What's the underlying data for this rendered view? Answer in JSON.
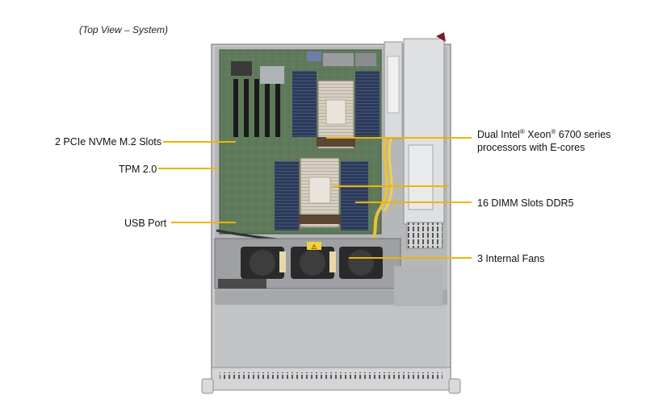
{
  "view_title": "(Top View – System)",
  "callouts": {
    "pcie_nvme": "2 PCIe NVMe M.2 Slots",
    "tpm": "TPM 2.0",
    "usb": "USB Port",
    "cpu_line1_a": "Dual Intel",
    "cpu_line1_b": "Xeon",
    "cpu_line1_c": "6700 series",
    "cpu_line1_reg": "®",
    "cpu_line2": "processors with E-cores",
    "dimm": "16 DIMM Slots DDR5",
    "fans": "3 Internal Fans"
  },
  "fan_label": "⚠",
  "colors": {
    "leader_line": "#f0b400",
    "chassis": "#c9cacc",
    "board": "#5f7a5a",
    "dimm": "#2c3b59",
    "heatsink": "#d6cfc3",
    "fan": "#2a2a2a",
    "cable_yellow": "#e8c23a"
  }
}
